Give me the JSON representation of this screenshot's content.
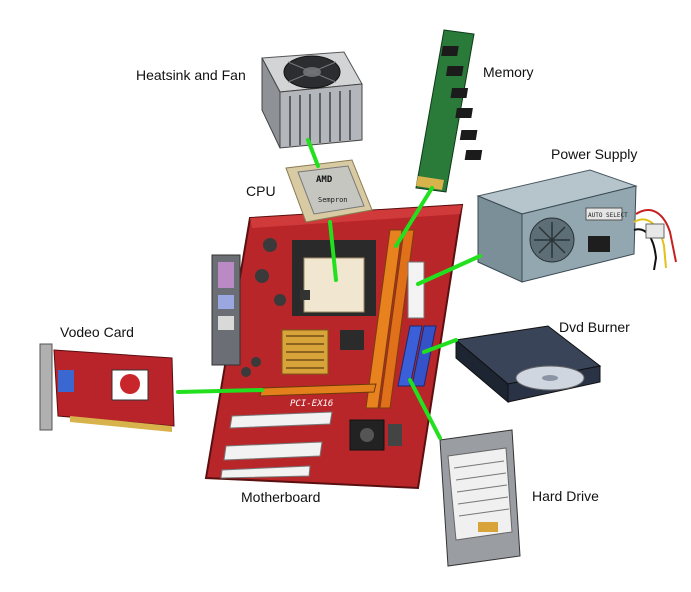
{
  "labels": {
    "heatsink": "Heatsink and Fan",
    "memory": "Memory",
    "cpu": "CPU",
    "power_supply": "Power Supply",
    "video_card": "Vodeo Card",
    "dvd_burner": "Dvd Burner",
    "motherboard": "Motherboard",
    "hard_drive": "Hard Drive"
  },
  "cpu_chip_text": {
    "brand": "AMD",
    "model": "Sempron"
  },
  "psu_text": "AUTO SELECT",
  "motherboard_silk": "PCI-EX16",
  "colors": {
    "connector_line": "#22e01e",
    "motherboard_pcb": "#b8262a",
    "psu_body": "#8fa3ad",
    "dvd_body": "#2c3548",
    "hdd_body": "#9a9ea3"
  }
}
